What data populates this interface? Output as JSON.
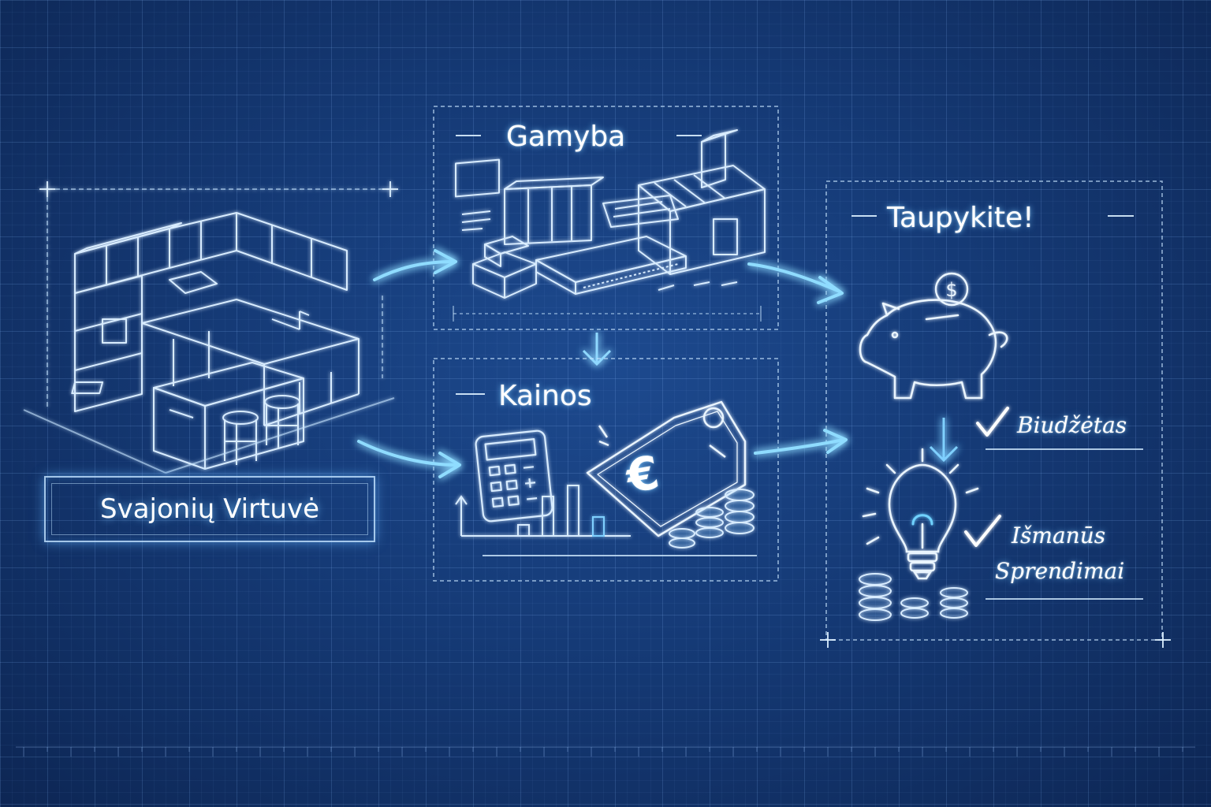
{
  "title": "Svajonių Virtuvė",
  "sections": {
    "production": {
      "label": "Gamyba"
    },
    "prices": {
      "label": "Kainos",
      "currency_symbol": "€"
    },
    "savings": {
      "label": "Taupykite!",
      "coin_symbol": "$",
      "checklist": [
        {
          "text": "Biudžėtas"
        },
        {
          "text_line1": "Išmanūs",
          "text_line2": "Sprendimai"
        }
      ]
    }
  },
  "colors": {
    "background": "#153a76",
    "line": "#cfe6ff",
    "glow": "#5fd0ff"
  }
}
